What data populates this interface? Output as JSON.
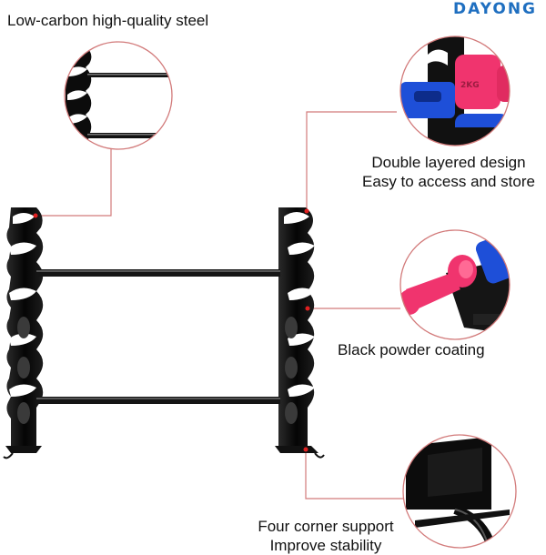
{
  "brand": {
    "logo_text": "DAYONG",
    "color": "#1f6fc0"
  },
  "callouts": [
    {
      "id": "steel",
      "lines": [
        "Low-carbon high-quality steel"
      ],
      "detail_icon": "rack-bar-closeup"
    },
    {
      "id": "double",
      "lines": [
        "Double layered design",
        "Easy to access and store"
      ],
      "detail_icon": "dumbbell-rack-closeup",
      "dumbbell_label": "2KG"
    },
    {
      "id": "coating",
      "lines": [
        "Black powder coating"
      ],
      "detail_icon": "pink-dumbbell-closeup"
    },
    {
      "id": "corner",
      "lines": [
        "Four corner support",
        "Improve stability"
      ],
      "detail_icon": "corner-foot-closeup"
    }
  ],
  "colors": {
    "rack": "#111111",
    "leader_line": "#d27a7a",
    "marker": "#e02020",
    "dumbbell_pink": "#f0346e",
    "dumbbell_blue": "#1e4fd8"
  }
}
